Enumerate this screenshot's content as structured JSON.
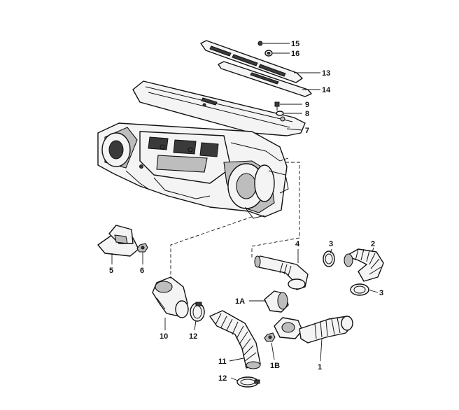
{
  "labels": {
    "p1": "1",
    "p1a": "1A",
    "p1b": "1B",
    "p2": "2",
    "p3a": "3",
    "p3b": "3",
    "p4": "4",
    "p5": "5",
    "p6": "6",
    "p7": "7",
    "p8": "8",
    "p9": "9",
    "p10": "10",
    "p11": "11",
    "p12a": "12",
    "p12b": "12",
    "p13": "13",
    "p14": "14",
    "p15": "15",
    "p16": "16"
  }
}
